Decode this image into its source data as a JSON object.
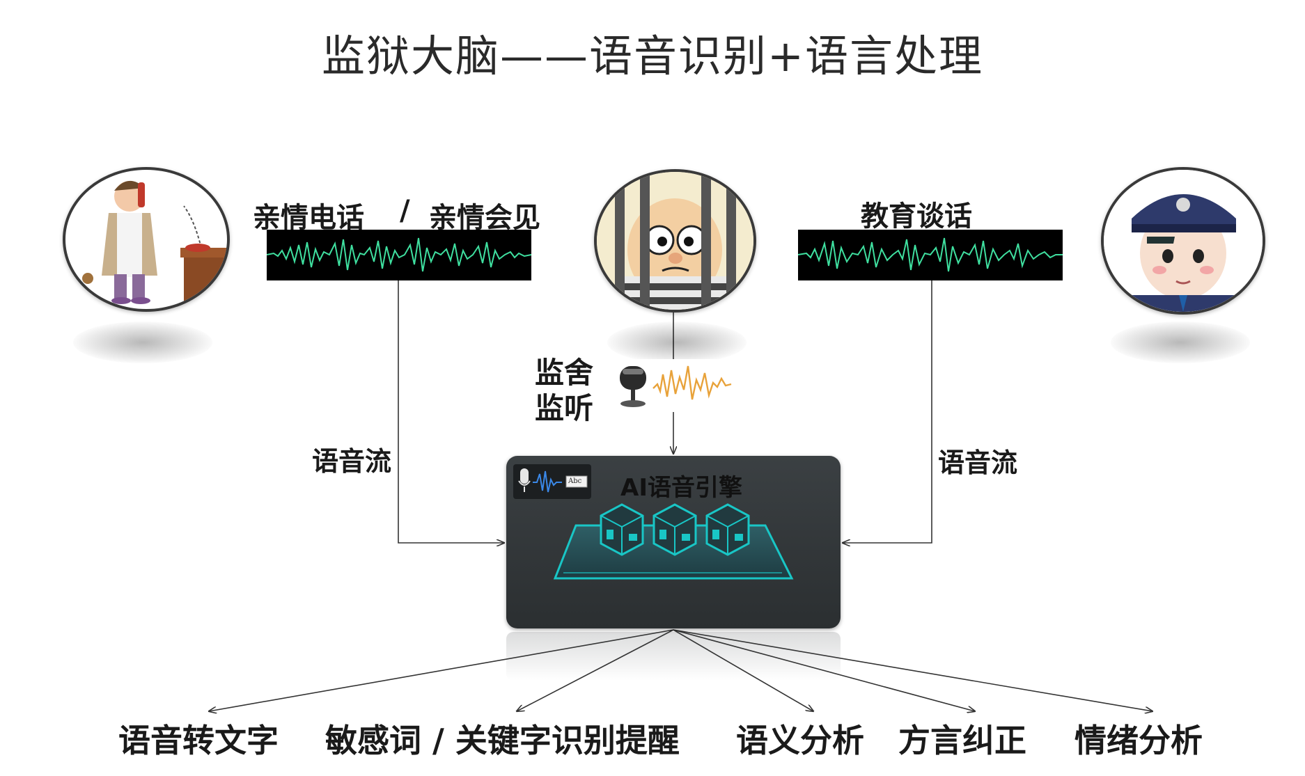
{
  "title": "监狱大脑——语音识别+语言处理",
  "labels": {
    "family_call": "亲情电话",
    "separator": "/",
    "family_visit": "亲情会见",
    "education_talk": "教育谈话",
    "cell_monitor_line1": "监舍",
    "cell_monitor_line2": "监听",
    "voice_stream_left": "语音流",
    "voice_stream_right": "语音流",
    "engine_title": "AI语音引擎",
    "engine_icon_text": "Abc"
  },
  "outputs": [
    "语音转文字",
    "敏感词 / 关键字识别提醒",
    "语义分析",
    "方言纠正",
    "情绪分析"
  ],
  "colors": {
    "wave_green": "#3fe0a0",
    "wave_orange": "#e8a23a",
    "engine_teal": "#19c6c6",
    "engine_bg": "#34393b"
  },
  "icons": {
    "left": "person-on-phone-icon",
    "center": "prisoner-behind-bars-icon",
    "right": "police-officer-saluting-icon",
    "mic": "microphone-icon"
  }
}
